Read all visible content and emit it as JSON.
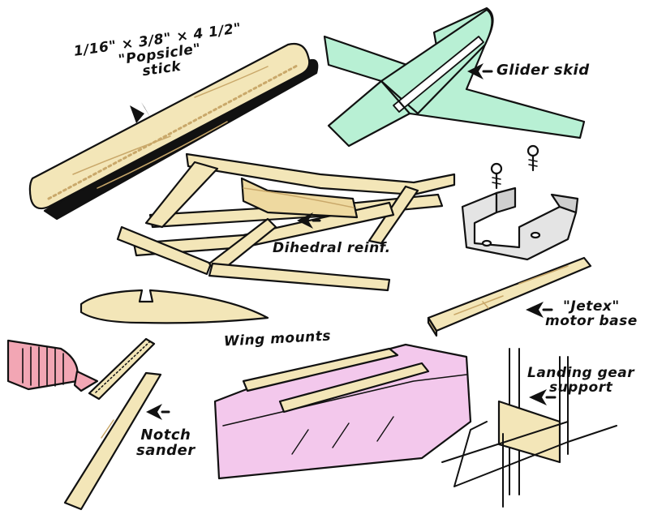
{
  "colors": {
    "ink": "#111111",
    "wood": "#f3e6b8",
    "wood_grain": "#c9a86a",
    "glider_green": "#b8f0d4",
    "tube_pink": "#f2a6b4",
    "block_pink": "#f3c8ec",
    "metal": "#e4e4e4"
  },
  "labels": {
    "popsicle": {
      "line1": "1/16\" × 3/8\" × 4 1/2\"",
      "line2": "\"Popsicle\"",
      "line3": "stick"
    },
    "glider_skid": "Glider skid",
    "dihedral": "Dihedral reinf.",
    "jetex": {
      "line1": "\"Jetex\"",
      "line2": "motor base"
    },
    "wing_mounts": "Wing mounts",
    "landing_gear": {
      "line1": "Landing gear",
      "line2": "support"
    },
    "notch_sander": {
      "line1": "Notch",
      "line2": "sander"
    }
  },
  "icons": {
    "arrow": "arrow-icon",
    "screw": "screw-icon"
  }
}
